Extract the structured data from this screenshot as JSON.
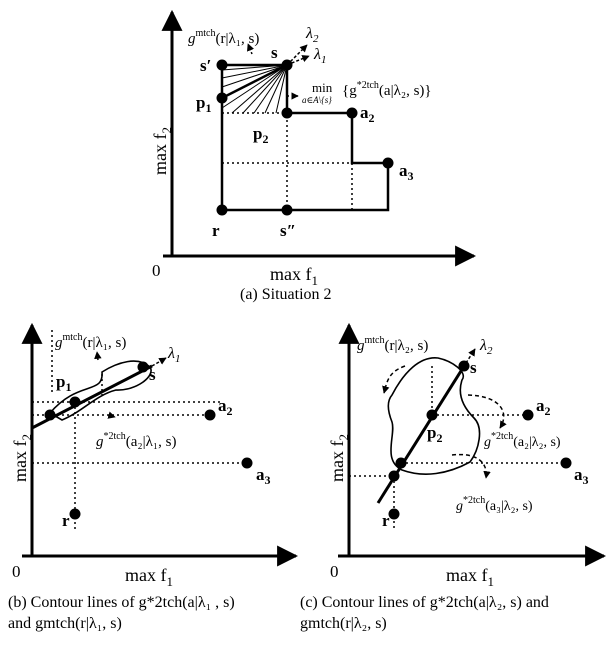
{
  "panel_a": {
    "axis_x": "max f",
    "axis_x_sub": "1",
    "axis_y": "max f",
    "axis_y_sub": "2",
    "origin": "0",
    "points": {
      "s": "s",
      "s_prime": "s′",
      "p1": "p",
      "p1_sub": "1",
      "p2": "p",
      "p2_sub": "2",
      "a2": "a",
      "a2_sub": "2",
      "a3": "a",
      "a3_sub": "3",
      "r": "r",
      "s_dprime": "s″"
    },
    "lambda1": "λ",
    "lambda1_sub": "1",
    "lambda2": "λ",
    "lambda2_sub": "2",
    "g_mtch_label": "g",
    "g_mtch_sup": "mtch",
    "g_mtch_args": "(r|λ₁, s)",
    "min_label": "min",
    "min_sub": "a∈A\\{s}",
    "min_expr": "{g",
    "min_expr_sup": "*2tch",
    "min_expr_args": "(a|λ₂, s)}",
    "caption": "(a)  Situation 2"
  },
  "panel_b": {
    "axis_x": "max f",
    "axis_x_sub": "1",
    "axis_y": "max f",
    "axis_y_sub": "2",
    "origin": "0",
    "g_mtch_label": "g",
    "g_mtch_sup": "mtch",
    "g_mtch_args": "(r|λ₁, s)",
    "g_tch_label": "g",
    "g_tch_sup": "*2tch",
    "g_tch_args": "(a₂|λ₁, s)",
    "lambda": "λ",
    "lambda_sub": "1",
    "caption_line1": "(b)  Contour lines of g*2tch(a|λ₁ , s)",
    "caption_line2": "and gmtch(r|λ₁, s)"
  },
  "panel_c": {
    "axis_x": "max f",
    "axis_x_sub": "1",
    "axis_y": "max f",
    "axis_y_sub": "2",
    "origin": "0",
    "g_mtch_label": "g",
    "g_mtch_sup": "mtch",
    "g_mtch_args": "(r|λ₂, s)",
    "g_tch_a2_label": "g",
    "g_tch_a2_sup": "*2tch",
    "g_tch_a2_args": "(a₂|λ₂, s)",
    "g_tch_a3_label": "g",
    "g_tch_a3_sup": "*2tch",
    "g_tch_a3_args": "(a₃|λ₂, s)",
    "lambda": "λ",
    "lambda_sub": "2",
    "caption_line1": "(c)  Contour lines of g*2tch(a|λ₂, s) and",
    "caption_line2": "gmtch(r|λ₂, s)"
  }
}
